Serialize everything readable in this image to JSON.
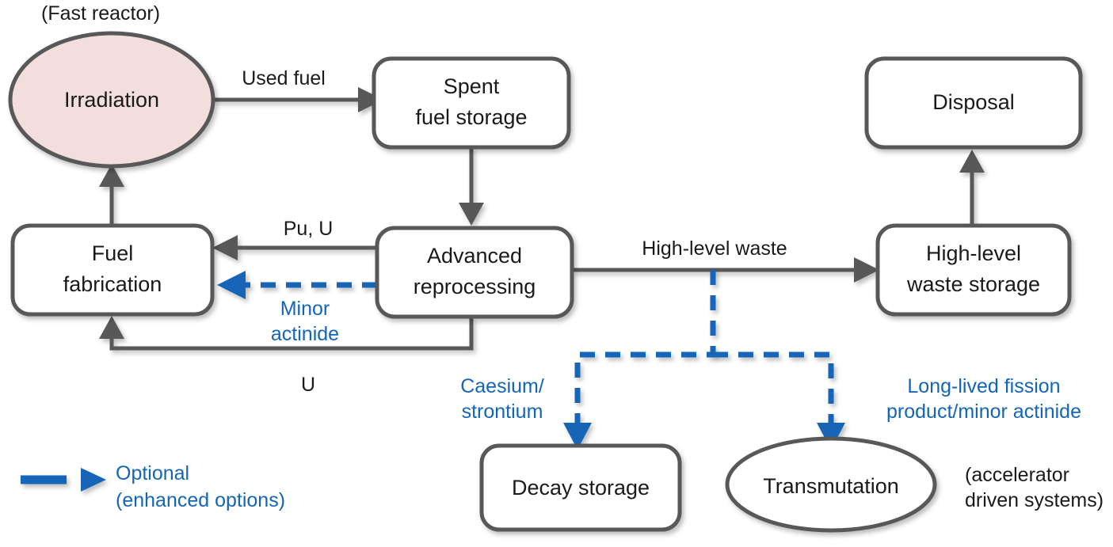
{
  "title": "Advanced nuclear fuel cycle with optional enhanced options",
  "colors": {
    "node_stroke": "#595959",
    "node_fill": "#FFFFFF",
    "reactor_fill": "#F3DEDE",
    "optional_blue": "#1365B7",
    "text": "#1A1A1A",
    "background": "#FFFFFF"
  },
  "nodes": {
    "irradiation": {
      "label": "Irradiation",
      "shape": "ellipse",
      "fill": "reactor_fill"
    },
    "spent_fuel_storage": {
      "line1": "Spent",
      "line2": "fuel storage",
      "shape": "rounded-rect"
    },
    "disposal": {
      "label": "Disposal",
      "shape": "rounded-rect"
    },
    "fuel_fabrication": {
      "line1": "Fuel",
      "line2": "fabrication",
      "shape": "rounded-rect"
    },
    "advanced_reprocessing": {
      "line1": "Advanced",
      "line2": "reprocessing",
      "shape": "rounded-rect"
    },
    "high_level_waste_storage": {
      "line1": "High-level",
      "line2": "waste storage",
      "shape": "rounded-rect"
    },
    "decay_storage": {
      "label": "Decay storage",
      "shape": "rounded-rect"
    },
    "transmutation": {
      "label": "Transmutation",
      "shape": "ellipse"
    }
  },
  "annotations": {
    "fast_reactor": "(Fast reactor)",
    "accelerator_line1": "(accelerator",
    "accelerator_line2": "driven systems)"
  },
  "edge_labels": {
    "used_fuel": "Used fuel",
    "pu_u": "Pu, U",
    "u": "U",
    "high_level_waste": "High-level waste",
    "minor_actinide_line1": "Minor",
    "minor_actinide_line2": "actinide",
    "caesium_line1": "Caesium/",
    "caesium_line2": "strontium",
    "long_lived_line1": "Long-lived fission",
    "long_lived_line2": "product/minor actinide"
  },
  "legend": {
    "line1": "Optional",
    "line2": "(enhanced options)",
    "swatch_icon": "dashed-arrow-icon"
  },
  "chart_data": {
    "type": "flow-diagram",
    "title": "Advanced nuclear fuel cycle",
    "nodes": [
      {
        "id": "irradiation",
        "label": "Irradiation",
        "shape": "ellipse",
        "note": "(Fast reactor)"
      },
      {
        "id": "spent_fuel_storage",
        "label": "Spent fuel storage",
        "shape": "rounded-rect"
      },
      {
        "id": "advanced_reprocessing",
        "label": "Advanced reprocessing",
        "shape": "rounded-rect"
      },
      {
        "id": "fuel_fabrication",
        "label": "Fuel fabrication",
        "shape": "rounded-rect"
      },
      {
        "id": "high_level_waste_storage",
        "label": "High-level waste storage",
        "shape": "rounded-rect"
      },
      {
        "id": "disposal",
        "label": "Disposal",
        "shape": "rounded-rect"
      },
      {
        "id": "decay_storage",
        "label": "Decay storage",
        "shape": "rounded-rect"
      },
      {
        "id": "transmutation",
        "label": "Transmutation",
        "shape": "ellipse",
        "note": "(accelerator driven systems)"
      }
    ],
    "edges": [
      {
        "from": "irradiation",
        "to": "spent_fuel_storage",
        "label": "Used fuel",
        "style": "solid"
      },
      {
        "from": "spent_fuel_storage",
        "to": "advanced_reprocessing",
        "label": "",
        "style": "solid"
      },
      {
        "from": "advanced_reprocessing",
        "to": "fuel_fabrication",
        "label": "Pu, U",
        "style": "solid"
      },
      {
        "from": "advanced_reprocessing",
        "to": "fuel_fabrication",
        "label": "Minor actinide",
        "style": "dashed-optional"
      },
      {
        "from": "advanced_reprocessing",
        "to": "fuel_fabrication",
        "label": "U",
        "style": "solid"
      },
      {
        "from": "fuel_fabrication",
        "to": "irradiation",
        "label": "",
        "style": "solid"
      },
      {
        "from": "advanced_reprocessing",
        "to": "high_level_waste_storage",
        "label": "High-level waste",
        "style": "solid"
      },
      {
        "from": "high_level_waste_storage",
        "to": "disposal",
        "label": "",
        "style": "solid"
      },
      {
        "from": "high_level_waste",
        "to": "decay_storage",
        "label": "Caesium/strontium",
        "style": "dashed-optional"
      },
      {
        "from": "high_level_waste",
        "to": "transmutation",
        "label": "Long-lived fission product/minor actinide",
        "style": "dashed-optional"
      }
    ],
    "legend": [
      {
        "style": "dashed-optional",
        "label": "Optional (enhanced options)"
      }
    ]
  }
}
